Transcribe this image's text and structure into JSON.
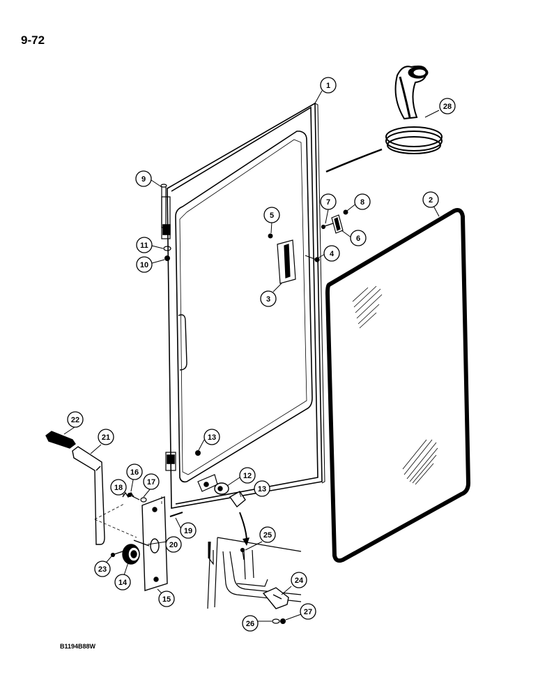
{
  "page": {
    "number": "9-72",
    "figure_code": "B1194B88W"
  },
  "callouts": [
    {
      "id": "1",
      "label": "1"
    },
    {
      "id": "2",
      "label": "2"
    },
    {
      "id": "3",
      "label": "3"
    },
    {
      "id": "4",
      "label": "4"
    },
    {
      "id": "5",
      "label": "5"
    },
    {
      "id": "6",
      "label": "6"
    },
    {
      "id": "7",
      "label": "7"
    },
    {
      "id": "8",
      "label": "8"
    },
    {
      "id": "9",
      "label": "9"
    },
    {
      "id": "10",
      "label": "10"
    },
    {
      "id": "11",
      "label": "11"
    },
    {
      "id": "12",
      "label": "12"
    },
    {
      "id": "13a",
      "label": "13"
    },
    {
      "id": "13b",
      "label": "13"
    },
    {
      "id": "14",
      "label": "14"
    },
    {
      "id": "15",
      "label": "15"
    },
    {
      "id": "16",
      "label": "16"
    },
    {
      "id": "17",
      "label": "17"
    },
    {
      "id": "18",
      "label": "18"
    },
    {
      "id": "19",
      "label": "19"
    },
    {
      "id": "20",
      "label": "20"
    },
    {
      "id": "21",
      "label": "21"
    },
    {
      "id": "22",
      "label": "22"
    },
    {
      "id": "23",
      "label": "23"
    },
    {
      "id": "24",
      "label": "24"
    },
    {
      "id": "25",
      "label": "25"
    },
    {
      "id": "26",
      "label": "26"
    },
    {
      "id": "27",
      "label": "27"
    },
    {
      "id": "28",
      "label": "28"
    }
  ]
}
